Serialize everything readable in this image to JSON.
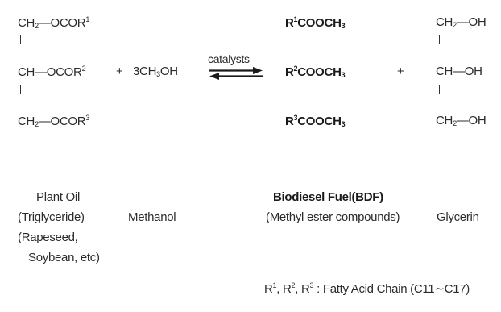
{
  "reactants": {
    "triglyceride": {
      "line1": {
        "pre": "CH",
        "sub": "2",
        "mid": "—OCOR",
        "sup": "1"
      },
      "line2": {
        "pre": "CH—OCOR",
        "sup": "2"
      },
      "line3": {
        "pre": "CH",
        "sub": "2",
        "mid": "—OCOR",
        "sup": "3"
      }
    },
    "plus1": "+",
    "methanol_formula": {
      "pre": "3CH",
      "sub": "3",
      "post": "OH"
    }
  },
  "catalyst_label": "catalysts",
  "products": {
    "esters": [
      {
        "sup": "1",
        "text": "COOCH",
        "sub": "3"
      },
      {
        "sup": "2",
        "text": "COOCH",
        "sub": "3"
      },
      {
        "sup": "3",
        "text": "COOCH",
        "sub": "3"
      }
    ],
    "ester_prefix": "R",
    "plus2": "+",
    "glycerin": {
      "line1": {
        "pre": "CH",
        "sub": "2",
        "post": "—OH"
      },
      "line2": {
        "pre": "CH—OH"
      },
      "line3": {
        "pre": "CH",
        "sub": "2",
        "post": "—OH"
      }
    }
  },
  "labels": {
    "plant_oil": [
      "Plant Oil",
      "(Triglyceride)",
      "(Rapeseed,",
      "Soybean, etc)"
    ],
    "methanol": "Methanol",
    "bdf_title": "Biodiesel Fuel(BDF)",
    "bdf_sub": "(Methyl ester compounds)",
    "glycerin": "Glycerin"
  },
  "footnote": {
    "r1": "R",
    "s1": "1",
    "c1": ", R",
    "s2": "2",
    "c2": ", R",
    "s3": "3",
    "text": " :  Fatty Acid Chain (C11∼C17)"
  }
}
